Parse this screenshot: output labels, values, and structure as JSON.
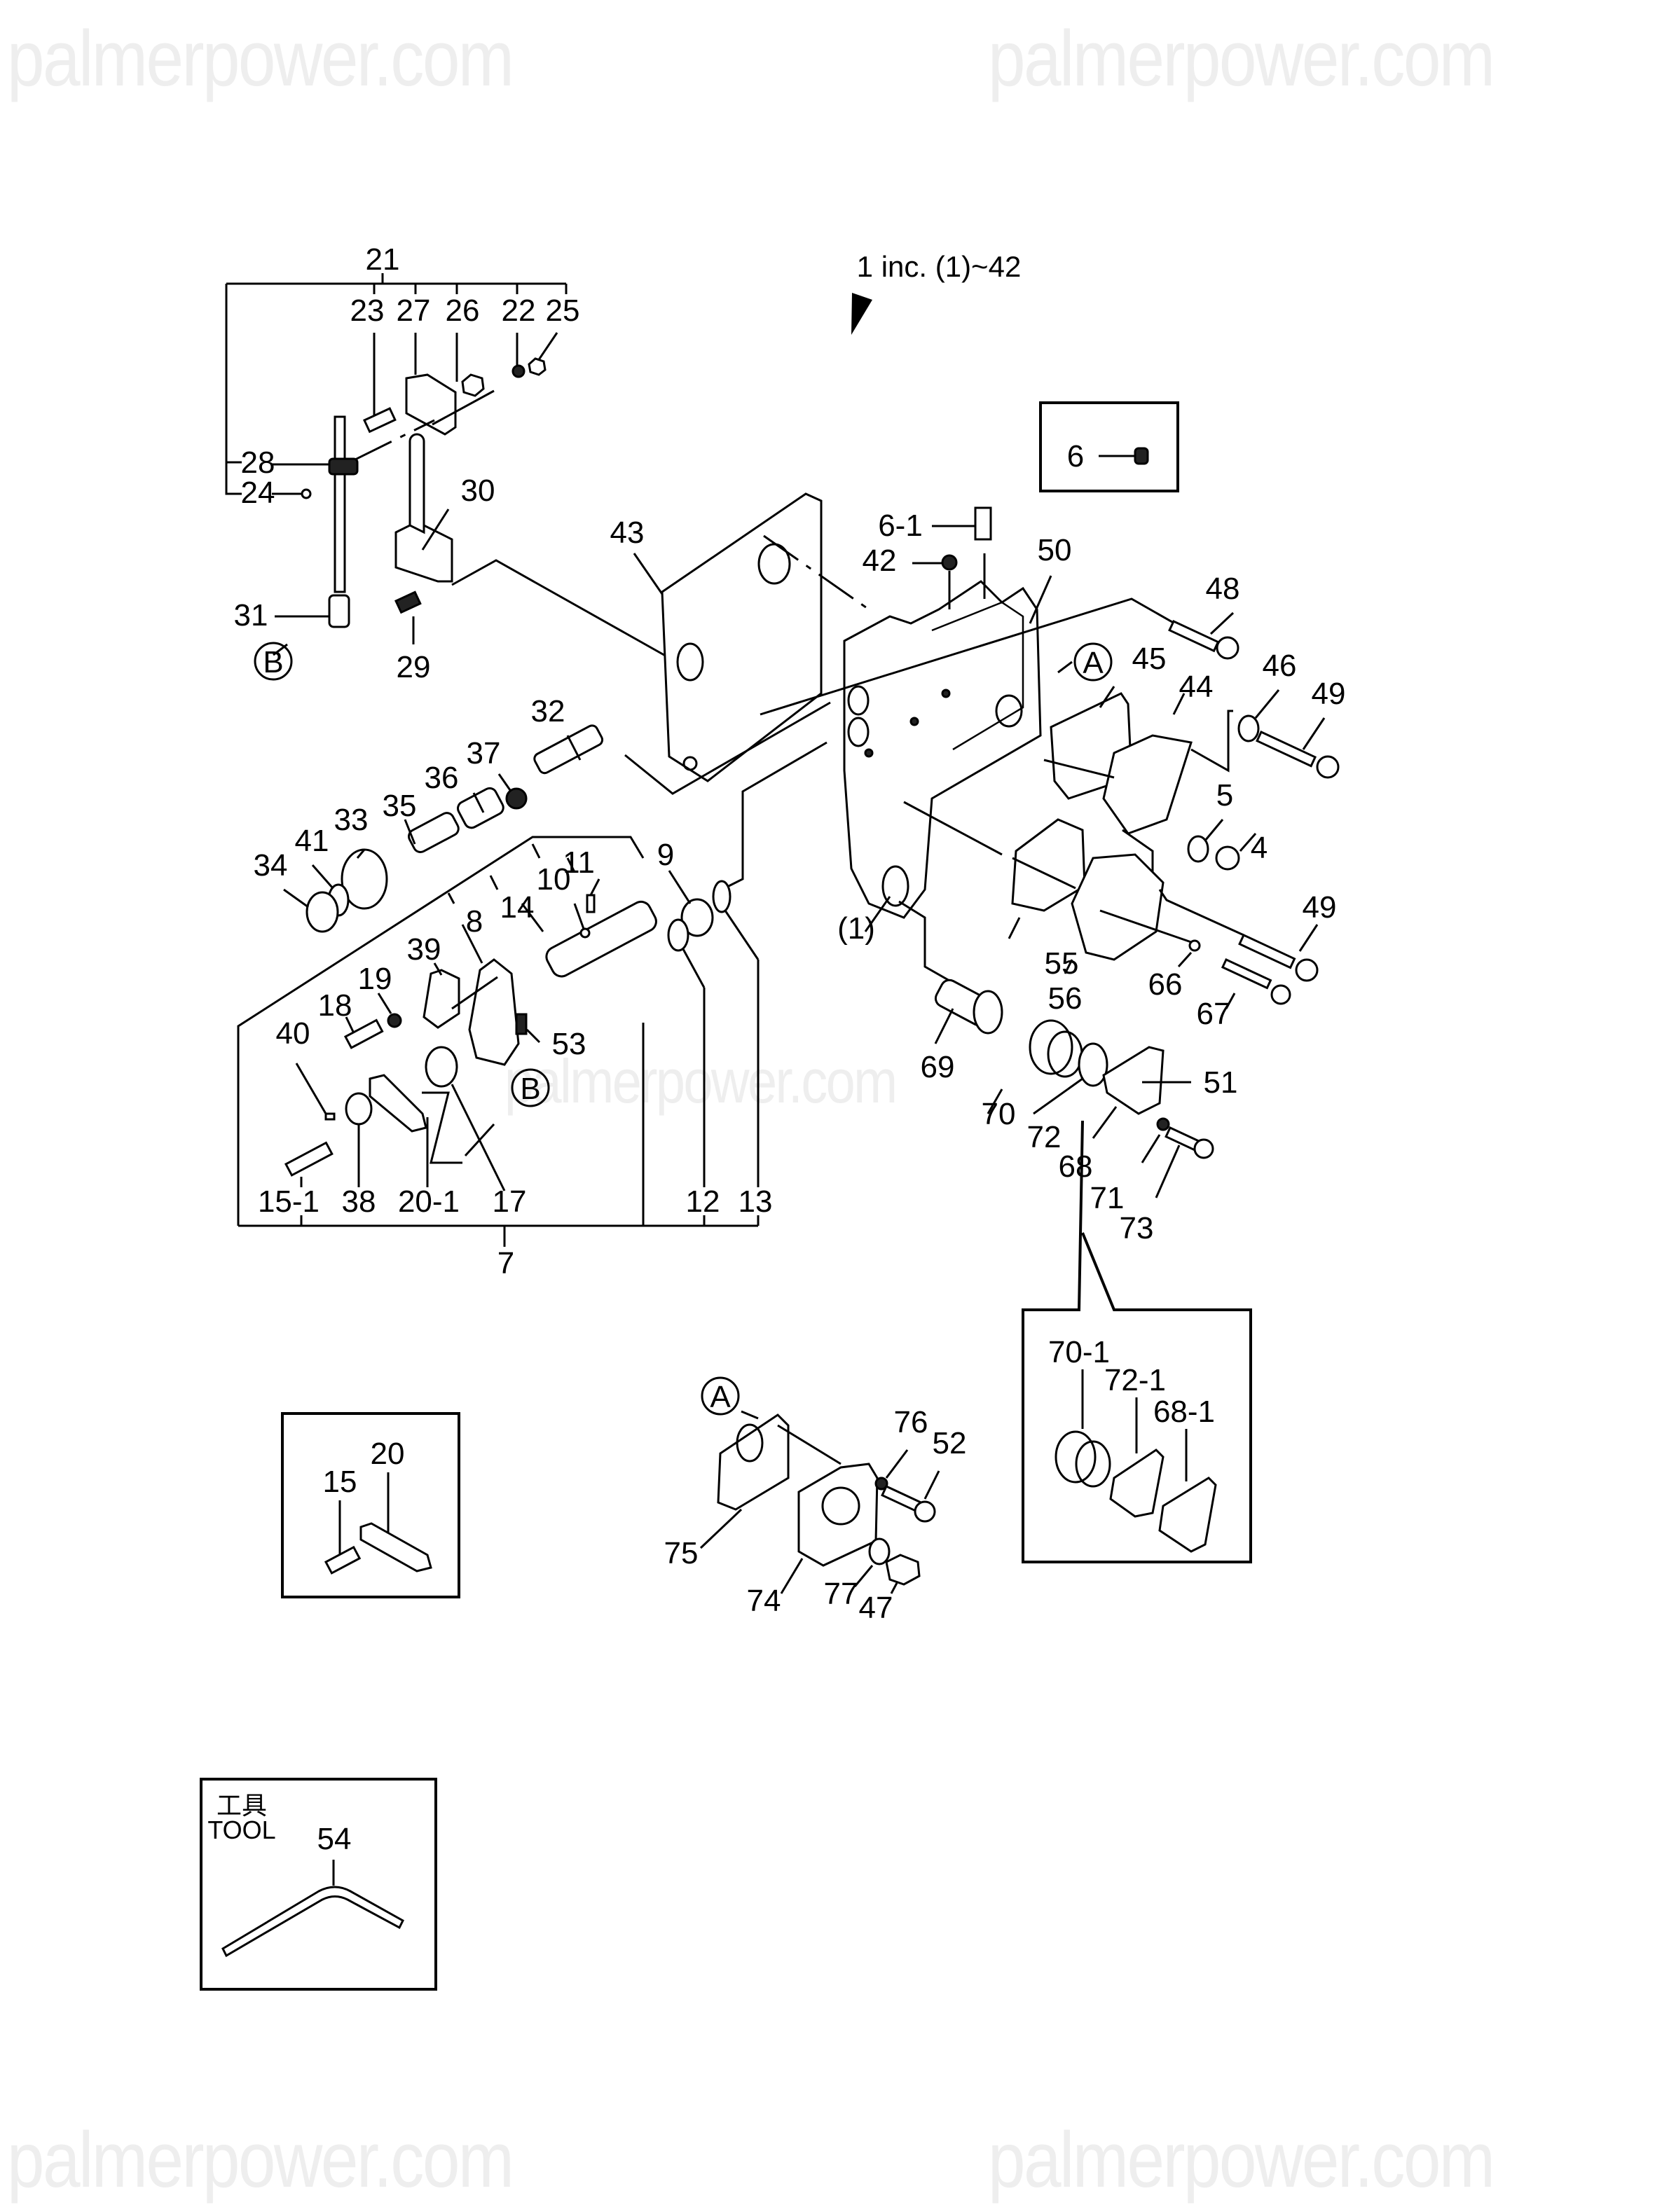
{
  "watermark": {
    "text": "palmerpower.com",
    "color": "#eeeeee"
  },
  "diagram": {
    "assembly_note": "1 inc. (1)~42",
    "callout_markers": [
      {
        "id": "marker-a-top",
        "letter": "A"
      },
      {
        "id": "marker-a-bottom",
        "letter": "A"
      },
      {
        "id": "marker-b-left",
        "letter": "B"
      },
      {
        "id": "marker-b-center",
        "letter": "B"
      }
    ],
    "group_21": {
      "parent": "21",
      "children": [
        "23",
        "27",
        "26",
        "22",
        "25",
        "28",
        "24"
      ]
    },
    "group_7": {
      "parent": "7",
      "children": [
        "15-1",
        "38",
        "20-1",
        "17",
        "8",
        "14",
        "10",
        "11",
        "9",
        "12",
        "13"
      ]
    },
    "part_labels": [
      {
        "id": "p21",
        "text": "21"
      },
      {
        "id": "p23",
        "text": "23"
      },
      {
        "id": "p27",
        "text": "27"
      },
      {
        "id": "p26",
        "text": "26"
      },
      {
        "id": "p22",
        "text": "22"
      },
      {
        "id": "p25",
        "text": "25"
      },
      {
        "id": "p28",
        "text": "28"
      },
      {
        "id": "p24",
        "text": "24"
      },
      {
        "id": "p30",
        "text": "30"
      },
      {
        "id": "p31",
        "text": "31"
      },
      {
        "id": "p29",
        "text": "29"
      },
      {
        "id": "p43",
        "text": "43"
      },
      {
        "id": "p6-1",
        "text": "6-1"
      },
      {
        "id": "p42",
        "text": "42"
      },
      {
        "id": "p50",
        "text": "50"
      },
      {
        "id": "p48",
        "text": "48"
      },
      {
        "id": "p45",
        "text": "45"
      },
      {
        "id": "p44",
        "text": "44"
      },
      {
        "id": "p46",
        "text": "46"
      },
      {
        "id": "p49a",
        "text": "49"
      },
      {
        "id": "p5",
        "text": "5"
      },
      {
        "id": "p4",
        "text": "4"
      },
      {
        "id": "p32",
        "text": "32"
      },
      {
        "id": "p37",
        "text": "37"
      },
      {
        "id": "p36",
        "text": "36"
      },
      {
        "id": "p35",
        "text": "35"
      },
      {
        "id": "p33",
        "text": "33"
      },
      {
        "id": "p41",
        "text": "41"
      },
      {
        "id": "p34",
        "text": "34"
      },
      {
        "id": "p11",
        "text": "11"
      },
      {
        "id": "p9",
        "text": "9"
      },
      {
        "id": "p10",
        "text": "10"
      },
      {
        "id": "p14",
        "text": "14"
      },
      {
        "id": "p8",
        "text": "8"
      },
      {
        "id": "p39",
        "text": "39"
      },
      {
        "id": "p19",
        "text": "19"
      },
      {
        "id": "p18",
        "text": "18"
      },
      {
        "id": "p40",
        "text": "40"
      },
      {
        "id": "p53",
        "text": "53"
      },
      {
        "id": "p15-1",
        "text": "15-1"
      },
      {
        "id": "p38",
        "text": "38"
      },
      {
        "id": "p20-1",
        "text": "20-1"
      },
      {
        "id": "p17",
        "text": "17"
      },
      {
        "id": "p12",
        "text": "12"
      },
      {
        "id": "p13",
        "text": "13"
      },
      {
        "id": "p7",
        "text": "7"
      },
      {
        "id": "p1paren",
        "text": "(1)"
      },
      {
        "id": "p55",
        "text": "55"
      },
      {
        "id": "p56",
        "text": "56"
      },
      {
        "id": "p49b",
        "text": "49"
      },
      {
        "id": "p66",
        "text": "66"
      },
      {
        "id": "p67",
        "text": "67"
      },
      {
        "id": "p69",
        "text": "69"
      },
      {
        "id": "p70",
        "text": "70"
      },
      {
        "id": "p72",
        "text": "72"
      },
      {
        "id": "p51",
        "text": "51"
      },
      {
        "id": "p68",
        "text": "68"
      },
      {
        "id": "p71",
        "text": "71"
      },
      {
        "id": "p73",
        "text": "73"
      },
      {
        "id": "p76",
        "text": "76"
      },
      {
        "id": "p52",
        "text": "52"
      },
      {
        "id": "p75",
        "text": "75"
      },
      {
        "id": "p74",
        "text": "74"
      },
      {
        "id": "p77",
        "text": "77"
      },
      {
        "id": "p47",
        "text": "47"
      }
    ],
    "inset_6": {
      "label": "6"
    },
    "inset_kit": {
      "labels": [
        "70-1",
        "72-1",
        "68-1"
      ]
    },
    "inset_15_20": {
      "labels": [
        "15",
        "20"
      ]
    },
    "inset_tool": {
      "title_jp": "工具",
      "title_en": "TOOL",
      "label": "54"
    }
  }
}
